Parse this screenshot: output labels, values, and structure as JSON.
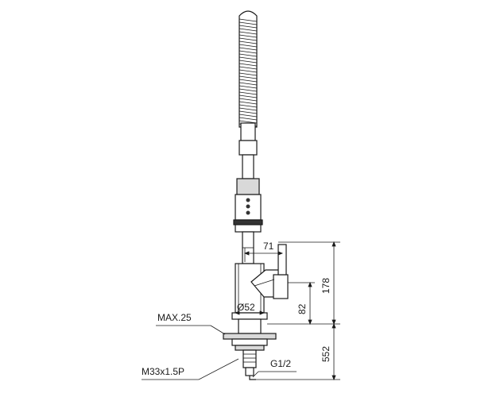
{
  "dimensions": {
    "handle_offset": "71",
    "body_diameter": "Ø52",
    "handle_height": "82",
    "spout_base_height": "178",
    "under_counter_length": "552"
  },
  "callouts": {
    "max_thickness": "MAX.25",
    "mount_thread": "M33x1.5P",
    "inlet_thread": "G1/2"
  }
}
